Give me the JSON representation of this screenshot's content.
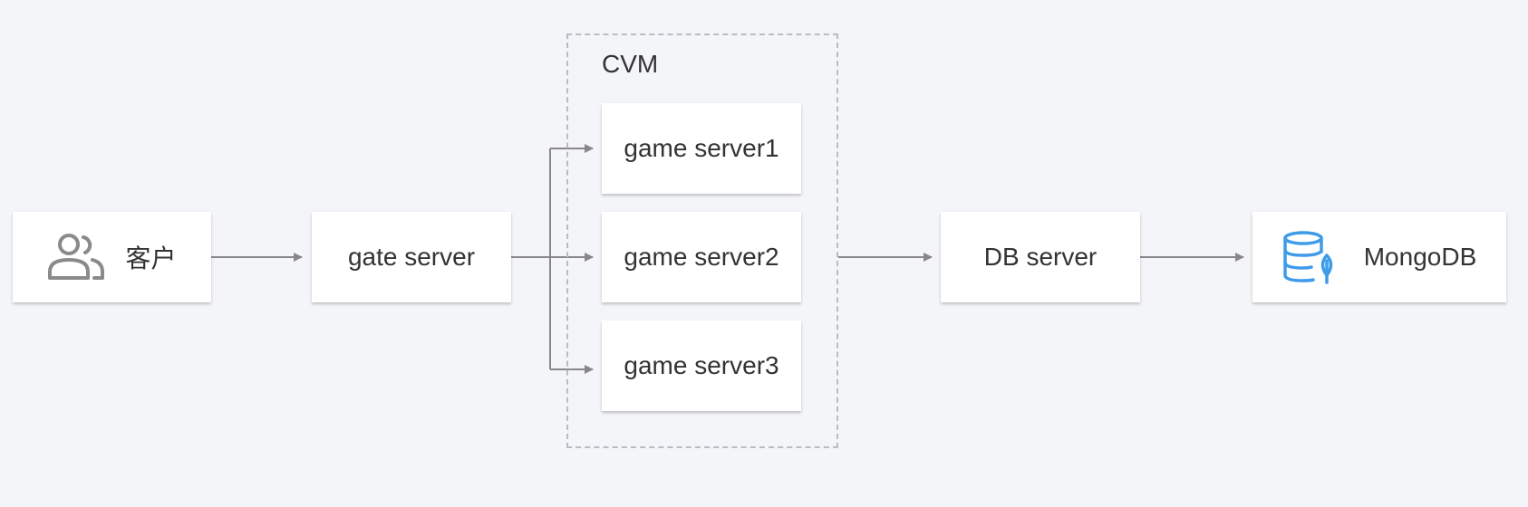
{
  "nodes": {
    "client": {
      "label": "客户",
      "icon": "users-icon"
    },
    "gate": {
      "label": "gate server"
    },
    "game1": {
      "label": "game server1"
    },
    "game2": {
      "label": "game server2"
    },
    "game3": {
      "label": "game server3"
    },
    "db": {
      "label": "DB server"
    },
    "mongo": {
      "label": "MongoDB",
      "icon": "mongodb-database-icon"
    }
  },
  "group": {
    "label": "CVM"
  },
  "edges": [
    {
      "from": "客户",
      "to": "gate server"
    },
    {
      "from": "gate server",
      "to": "game server1"
    },
    {
      "from": "gate server",
      "to": "game server2"
    },
    {
      "from": "gate server",
      "to": "game server3"
    },
    {
      "from": "CVM",
      "to": "DB server"
    },
    {
      "from": "DB server",
      "to": "MongoDB"
    }
  ],
  "colors": {
    "background": "#f4f5f8",
    "node_fill": "#ffffff",
    "text": "#333333",
    "connector": "#888888",
    "group_border": "#b9bcc2",
    "client_icon": "#8a8a8a",
    "mongo_icon": "#3d9be9"
  }
}
